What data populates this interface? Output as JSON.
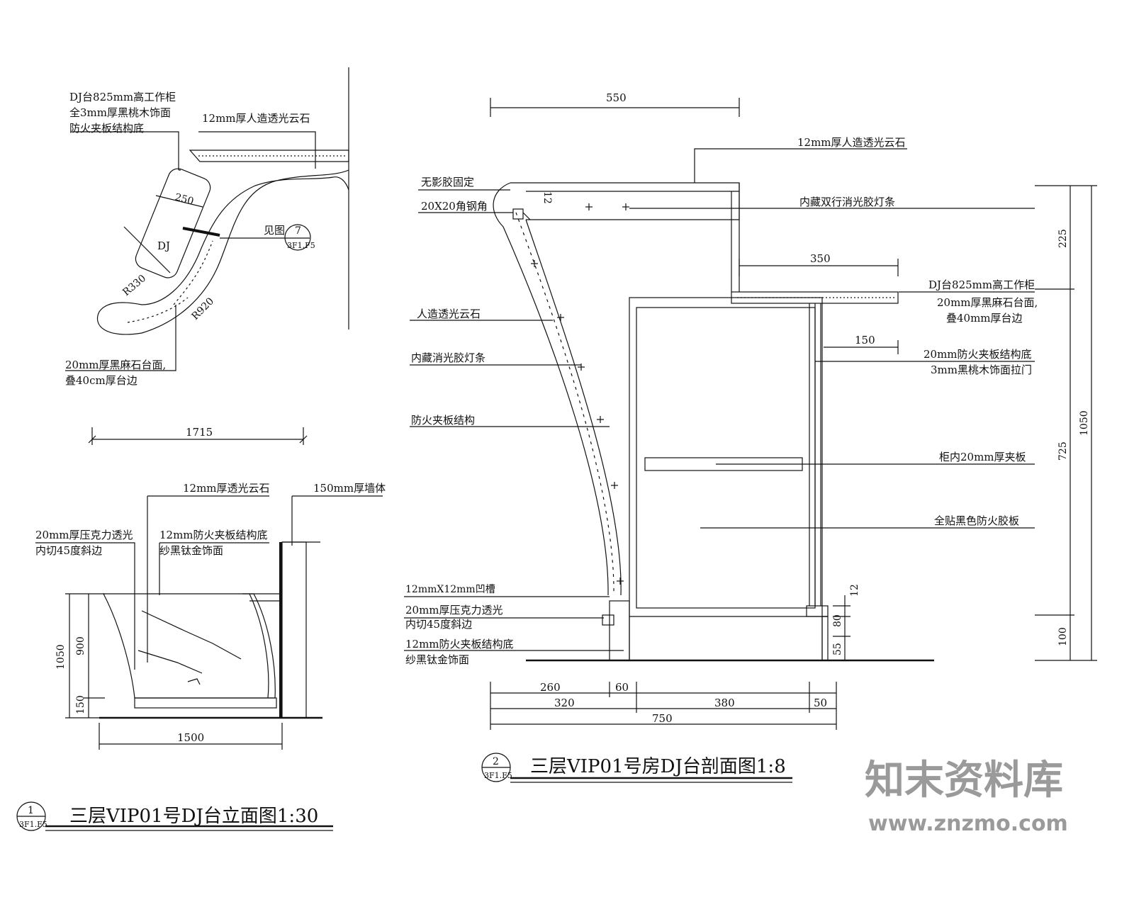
{
  "plan": {
    "label_worktop": "DJ台825mm高工作柜",
    "label_finish": "全3mm厚黑桃木饰面",
    "label_struct": "防火夹板结构底",
    "label_stone": "12mm厚人造透光云石",
    "label_250": "250",
    "label_dj": "DJ",
    "label_seeref": "见图",
    "ref_num": "7",
    "ref_sheet": "3F1.F5",
    "label_r330": "R330",
    "label_r920": "R920",
    "label_marble1": "20mm厚黑麻石台面,",
    "label_marble2": "叠40cm厚台边",
    "dim_1715": "1715"
  },
  "elevation": {
    "label_stone": "12mm厚透光云石",
    "label_wall": "150mm厚墙体",
    "label_acrylic1": "20mm厚压克力透光",
    "label_acrylic2": "内切45度斜边",
    "label_plywood1": "12mm防火夹板结构底",
    "label_plywood2": "纱黑钛金饰面",
    "dim_1050": "1050",
    "dim_900": "900",
    "dim_150": "150",
    "dim_1500": "1500",
    "title_num": "1",
    "title_sheet": "3F1.F5",
    "title": "三层VIP01号DJ台立面图1:30"
  },
  "section": {
    "dim_550": "550",
    "label_stone": "12mm厚人造透光云石",
    "label_glue": "无影胶固定",
    "label_steel": "20X20角钢角",
    "dim_12a": "12",
    "label_led_double": "内藏双行消光胶灯条",
    "dim_350": "350",
    "label_worktop": "DJ台825mm高工作柜",
    "label_marble1": "20mm厚黑麻石台面,",
    "label_marble2": "叠40mm厚台边",
    "label_artstone": "人造透光云石",
    "label_led": "内藏消光胶灯条",
    "dim_150": "150",
    "label_door1": "20mm防火夹板结构底",
    "label_door2": "3mm黑桃木饰面拉门",
    "label_fireply": "防火夹板结构",
    "label_shelf": "柜内20mm厚夹板",
    "label_laminate": "全贴黑色防火胶板",
    "label_groove": "12mmX12mm凹槽",
    "label_acrylic1": "20mm厚压克力透光",
    "label_acrylic2": "内切45度斜边",
    "label_plywood1": "12mm防火夹板结构底",
    "label_plywood2": "纱黑钛金饰面",
    "dim_12b": "12",
    "dim_80": "80",
    "dim_55": "55",
    "dim_225": "225",
    "dim_725": "725",
    "dim_1050": "1050",
    "dim_100": "100",
    "dim_260": "260",
    "dim_60": "60",
    "dim_320": "320",
    "dim_380": "380",
    "dim_50": "50",
    "dim_750": "750",
    "title_num": "2",
    "title_sheet": "3F1.F5",
    "title": "三层VIP01号房DJ台剖面图1:8"
  },
  "watermark": {
    "brand": "知末资料库",
    "url": "www.znzmo.com"
  }
}
